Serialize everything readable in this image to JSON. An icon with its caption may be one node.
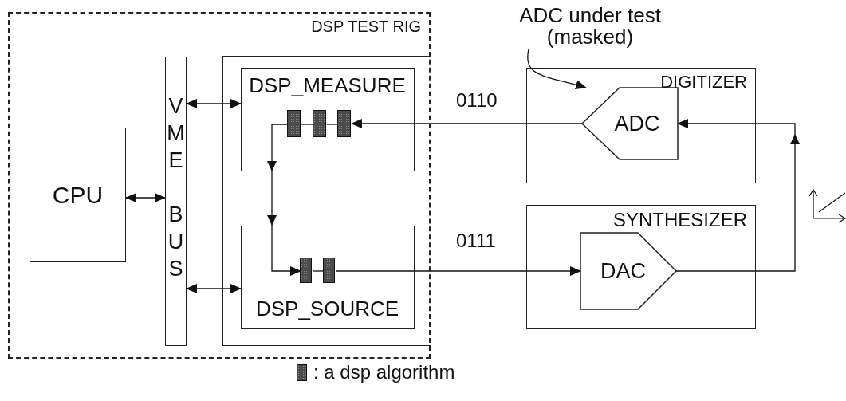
{
  "diagram": {
    "nodes": [
      {
        "text": [
          "DSP TEST RIG"
        ]
      },
      {
        "text": [
          "CPU"
        ],
        "in": 0
      },
      {
        "text": [
          "VME",
          "BUS"
        ],
        "in": 0
      },
      {
        "text": [],
        "shape": "box",
        "in": 0
      },
      {
        "text": [
          "DSP_MEASURE"
        ],
        "in": 3
      },
      {
        "text": [],
        "shape": "bar",
        "in": 4
      },
      {
        "text": [],
        "shape": "bar",
        "in": 4
      },
      {
        "text": [],
        "shape": "bar",
        "in": 4
      },
      {
        "text": [
          "DSP_SOURCE"
        ],
        "in": 3
      },
      {
        "text": [],
        "shape": "bar",
        "in": 8
      },
      {
        "text": [],
        "shape": "bar",
        "in": 8
      },
      {
        "text": [
          "DIGITIZER"
        ]
      },
      {
        "text": [
          "ADC"
        ],
        "in": 11
      },
      {
        "text": [
          "SYNTHESIZER"
        ]
      },
      {
        "text": [
          "DAC"
        ],
        "in": 13
      },
      {
        "text": [
          "ADC under test (masked)"
        ]
      }
    ],
    "edges": [
      {
        "from": 1,
        "to": 2,
        "arrow": "both"
      },
      {
        "from": 2,
        "to": 4,
        "arrow": "both"
      },
      {
        "from": 2,
        "to": 8,
        "arrow": "both"
      },
      {
        "from": 12,
        "to": 7,
        "arrow": "to",
        "label": "0110"
      },
      {
        "from": 7,
        "to": 6,
        "arrow": "none"
      },
      {
        "from": 6,
        "to": 5,
        "arrow": "none"
      },
      {
        "from": 5,
        "to": 9,
        "arrow": "to"
      },
      {
        "from": 9,
        "to": 10,
        "arrow": "none"
      },
      {
        "from": 10,
        "to": 14,
        "arrow": "to",
        "label": "0111"
      },
      {
        "from": 14,
        "to": 12,
        "arrow": "to"
      },
      {
        "from": 15,
        "to": 12,
        "arrow": "to"
      }
    ],
    "legend": [
      {
        "text": ": a dsp algorithm"
      }
    ]
  }
}
